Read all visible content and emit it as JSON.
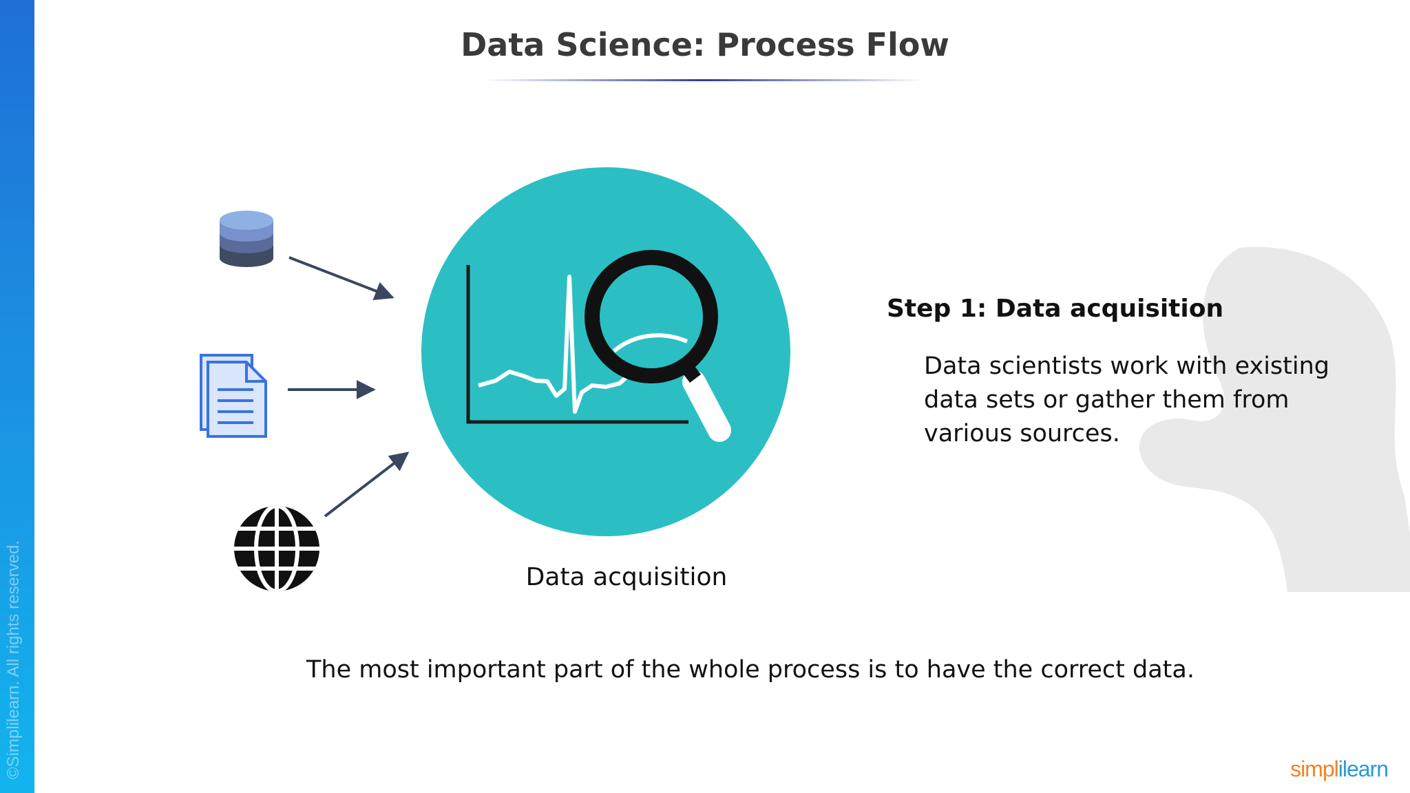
{
  "slide": {
    "title": "Data Science: Process Flow",
    "copyright": "©Simplilearn. All rights reserved."
  },
  "diagram": {
    "sources": [
      {
        "name": "database",
        "icon": "database-icon"
      },
      {
        "name": "documents",
        "icon": "document-icon"
      },
      {
        "name": "internet",
        "icon": "globe-icon"
      }
    ],
    "central_icon": "chart-magnifier-icon",
    "caption": "Data acquisition",
    "circle_color": "#2bbfc4"
  },
  "step": {
    "title": "Step 1: Data acquisition",
    "description": "Data scientists work with existing data sets or gather them from various sources."
  },
  "note": "The most important part of the whole process is to have the correct data.",
  "brand": {
    "logo_part1": "simpl",
    "logo_part2": "ilearn",
    "accent_orange": "#f58220",
    "accent_blue": "#2a9ad6"
  }
}
